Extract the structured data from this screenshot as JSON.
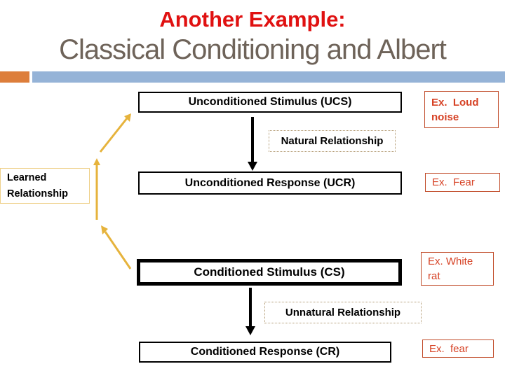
{
  "slide": {
    "title_line1": "Another Example:",
    "title_line2": "Classical Conditioning and Albert"
  },
  "colors": {
    "title-red": "#e01111",
    "title-gray": "#6e6359",
    "divider-orange": "#dd7e3b",
    "divider-blue": "#95b3d7",
    "ex-red": "#d64124",
    "ex-border": "#c04a28",
    "gold": "#e6b33c",
    "gold-border": "#eed089",
    "dotted-border": "#b29a72"
  },
  "diagram": {
    "ucs": {
      "label": "Unconditioned Stimulus (UCS)"
    },
    "ucr": {
      "label": "Unconditioned Response (UCR)"
    },
    "cs": {
      "label": "Conditioned Stimulus (CS)"
    },
    "cr": {
      "label": "Conditioned Response (CR)"
    },
    "natural": {
      "label": "Natural Relationship"
    },
    "unnatural": {
      "label": "Unnatural Relationship"
    },
    "learned": {
      "label": "Learned\nRelationship"
    },
    "examples": {
      "loud_noise": {
        "label": "Ex.  Loud\nnoise"
      },
      "fear_ucr": {
        "label": "Ex.  Fear"
      },
      "white_rat": {
        "label": "Ex. White\nrat"
      },
      "fear_cr": {
        "label": "Ex.  fear"
      }
    }
  }
}
